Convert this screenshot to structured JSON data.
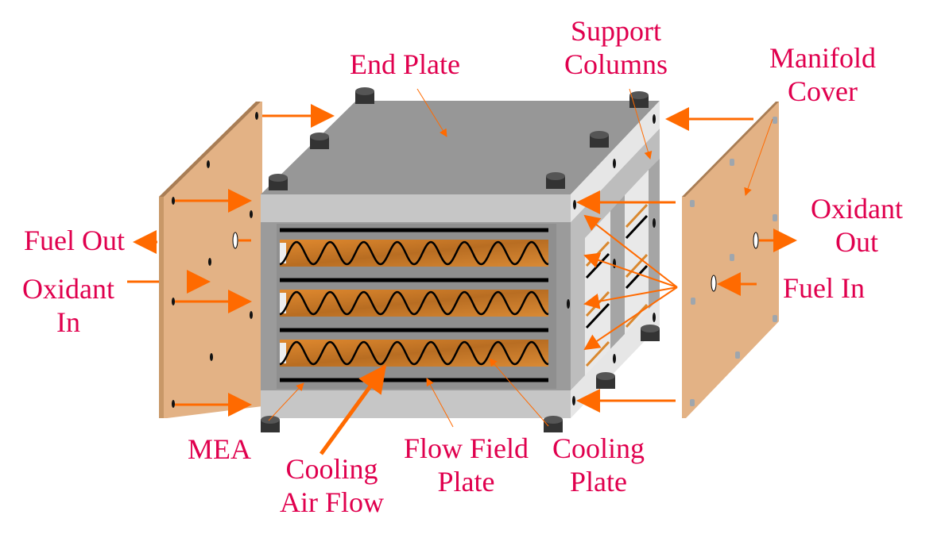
{
  "title": "PEM Fuel Cell Stack Exploded View",
  "colors": {
    "label": "#e0004e",
    "arrow": "#ff6a00",
    "manifold": "#e3b285",
    "manifold_edge": "#b88a5e",
    "end_plate_top": "#979797",
    "frame_light": "#c6c6c6",
    "frame_mid": "#9b9b9b",
    "mea_orange": "#c97a2a",
    "bolt": "#3a3a3a"
  },
  "labels": {
    "end_plate": "End Plate",
    "support_columns": [
      "Support",
      "Columns"
    ],
    "manifold_cover": [
      "Manifold",
      "Cover"
    ],
    "oxidant_out": [
      "Oxidant",
      "Out"
    ],
    "fuel_out": "Fuel Out",
    "oxidant_in": [
      "Oxidant",
      "In"
    ],
    "fuel_in": "Fuel In",
    "mea": "MEA",
    "cooling_air_flow": [
      "Cooling",
      "Air Flow"
    ],
    "flow_field_plate": [
      "Flow Field",
      "Plate"
    ],
    "cooling_plate": [
      "Cooling",
      "Plate"
    ]
  },
  "stack": {
    "cell_count": 3,
    "wave_periods_per_cell": 8
  }
}
